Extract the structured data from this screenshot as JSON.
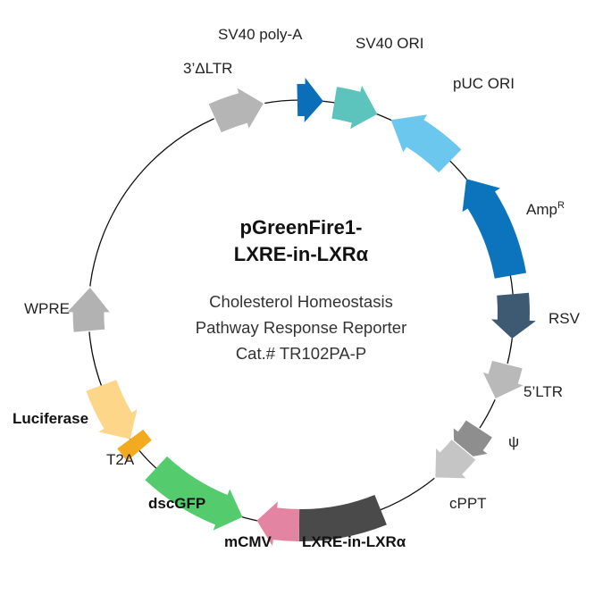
{
  "plasmid": {
    "name_line1": "pGreenFire1-",
    "name_line2": "LXRE-in-LXRα",
    "description_line1": "Cholesterol Homeostasis",
    "description_line2": "Pathway Response Reporter",
    "catalog": "Cat.# TR102PA-P"
  },
  "features": [
    {
      "id": "sv40-polya",
      "label": "SV40 poly-A",
      "color": "#0a6fb8"
    },
    {
      "id": "sv40-ori",
      "label": "SV40 ORI",
      "color": "#5cc3bd"
    },
    {
      "id": "puc-ori",
      "label": "pUC ORI",
      "color": "#6bc7ee"
    },
    {
      "id": "amp",
      "label": "Amp",
      "sup": "R",
      "color": "#0c74bd"
    },
    {
      "id": "rsv",
      "label": "RSV",
      "color": "#3d5a72"
    },
    {
      "id": "5ltr",
      "label": "5’LTR",
      "color": "#b9b9b9"
    },
    {
      "id": "psi",
      "label": "ψ",
      "color": "#8e8e8e"
    },
    {
      "id": "cppt",
      "label": "cPPT",
      "color": "#c5c5c5"
    },
    {
      "id": "lxre",
      "label": "LXRE-in-LXRα",
      "color": "#4a4a4a"
    },
    {
      "id": "mcmv",
      "label": "mCMV",
      "color": "#e384a2"
    },
    {
      "id": "dscgfp",
      "label": "dscGFP",
      "color": "#54cc6e"
    },
    {
      "id": "t2a",
      "label": "T2A",
      "color": "#f4aa1f"
    },
    {
      "id": "luciferase",
      "label": "Luciferase",
      "color": "#fdd689"
    },
    {
      "id": "wpre",
      "label": "WPRE",
      "color": "#b2b2b2"
    },
    {
      "id": "3dltr",
      "label": "3’ΔLTR",
      "color": "#b5b5b5"
    }
  ]
}
